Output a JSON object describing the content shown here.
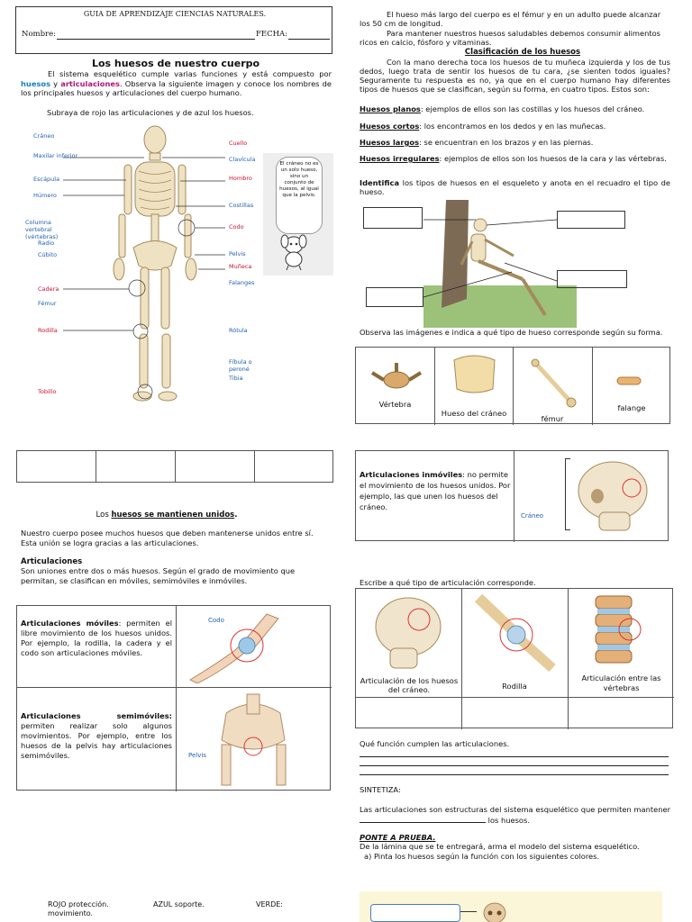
{
  "header": {
    "title": "GUIA DE APRENDIZAJE CIENCIAS NATURALES.",
    "name_label": "Nombre:",
    "date_label": "FECHA:"
  },
  "left": {
    "section_title": "Los huesos de nuestro cuerpo",
    "intro_a": "El sistema esquelético cumple varias funciones y está compuesto por",
    "intro_huesos": "huesos",
    "intro_y": "y",
    "intro_art": "articulaciones",
    "intro_b": ". Observa la siguiente imagen y conoce los nombres de los principales huesos y articulaciones del cuerpo humano.",
    "instruction": "Subraya de rojo las articulaciones y de azul los huesos.",
    "skeleton_labels_left": [
      "Cráneo",
      "Maxilar inferior",
      "Escápula",
      "Húmero",
      "Columna vertebral (vértebras)",
      "Radio",
      "Cúbito",
      "Cadera",
      "Fémur",
      "Rodilla",
      "Tobillo"
    ],
    "skeleton_labels_right": [
      "Cuello",
      "Clavícula",
      "Hombro",
      "Costillas",
      "Codo",
      "Pelvis",
      "Muñeca",
      "Falanges",
      "Rótula",
      "Fíbula o peroné",
      "Tibia"
    ],
    "bubble_text": "El cráneo no es un solo hueso, sino un conjunto de huesos, al igual que la pelvis.",
    "united_title_a": "Los",
    "united_title_b": "huesos se mantienen unidos",
    "united_title_c": ".",
    "united_text": "Nuestro cuerpo posee muchos huesos que deben mantenerse unidos entre sí. Esta unión se logra gracias a las articulaciones.",
    "art_heading": "Articulaciones",
    "art_text": "Son uniones entre dos o más huesos. Según el grado de movimiento que permitan, se clasifican en móviles, semimóviles e inmóviles.",
    "mobile_title": "Articulaciones móviles",
    "mobile_text": ": permiten el libre movimiento de los huesos unidos. Por ejemplo, la rodilla, la cadera y el codo son articulaciones móviles.",
    "mobile_img_label": "Codo",
    "semi_title": "Articulaciones semimóviles:",
    "semi_text": "permiten realizar solo algunos movimientos. Por ejemplo, entre los huesos de la pelvis hay articulaciones semimóviles.",
    "semi_img_label": "Pelvis",
    "colors_red": "ROJO protección.",
    "colors_blue": "AZUL soporte.",
    "colors_green": "VERDE:",
    "colors_green_b": "movimiento."
  },
  "right": {
    "femur_text": "El hueso más largo del cuerpo es el fémur y en un adulto puede alcanzar los 50 cm de longitud.",
    "healthy_text": "Para mantener nuestros huesos saludables debemos consumir alimentos ricos en calcio, fósforo y vitaminas.",
    "class_title": "Clasificación de los huesos",
    "class_text": "Con la mano derecha toca los huesos de tu muñeca izquierda y los de tus dedos, luego trata de sentir los huesos de tu cara, ¿se sienten todos iguales? Seguramente tu respuesta es no, ya que en el cuerpo humano hay diferentes tipos de huesos que se clasifican, según su forma, en cuatro tipos. Estos son:",
    "flat_title": "Huesos planos",
    "flat_text": ": ejemplos de ellos son las costillas y los huesos del cráneo.",
    "short_title": "Huesos cortos",
    "short_text": ": los encontramos en los dedos y en las muñecas.",
    "long_title": "Huesos largos",
    "long_text": ": se encuentran en los brazos y en las piernas.",
    "irr_title": "Huesos irregulares",
    "irr_text": ": ejemplos de ellos son los huesos de la cara y las vértebras.",
    "identify_title": "Identifica",
    "identify_text": "los tipos de huesos en el esqueleto y anota en el recuadro el tipo de hueso.",
    "observe_text": "Observa las imágenes e indica a qué tipo de hueso corresponde según su forma.",
    "bones": [
      "Vértebra",
      "Hueso del cráneo",
      "fémur",
      "falange"
    ],
    "immobile_title": "Articulaciones inmóviles",
    "immobile_text": ": no permite el movimiento de los huesos unidos. Por ejemplo, las que unen los huesos del cráneo.",
    "immobile_img_label": "Cráneo",
    "write_text": "Escribe a qué tipo de articulación corresponde.",
    "joints": [
      "Articulación de los huesos del cráneo.",
      "Rodilla",
      "Articulación entre las vértebras"
    ],
    "function_q": "Qué función cumplen las articulaciones.",
    "synth_title": "SINTETIZA:",
    "synth_a": "Las articulaciones son estructuras del sistema esquelético que permiten mantener",
    "synth_b": "los huesos.",
    "test_title": "PONTE A PRUEBA.",
    "test_text": "De la lámina que se te entregará, arma el modelo del sistema esquelético.",
    "test_item": "a)   Pinta los huesos según la función con los siguientes colores."
  }
}
